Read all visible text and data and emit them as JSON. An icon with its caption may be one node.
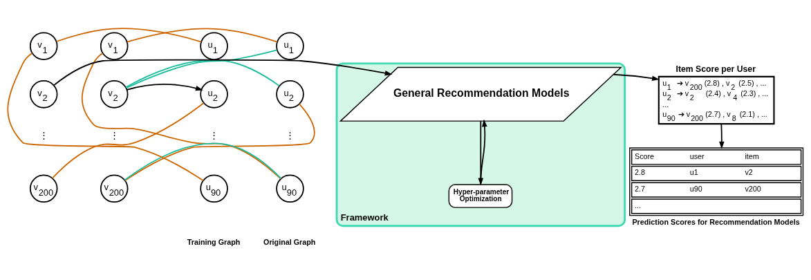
{
  "diagram": {
    "nodes": [
      {
        "text": [
          "u$_{1}$"
        ]
      },
      {
        "text": [
          "u$_{2}$"
        ]
      },
      {
        "text": [
          "u$_{90}$"
        ]
      },
      {
        "text": [
          "v$_{1}$"
        ]
      },
      {
        "text": [
          "v$_{2}$"
        ]
      },
      {
        "text": [
          "v$_{200}$"
        ]
      },
      {
        "text": [
          "u$_{1}$"
        ]
      },
      {
        "text": [
          "u$_{2}$"
        ]
      },
      {
        "text": [
          "u$_{90}$"
        ]
      },
      {
        "text": [
          "v$_{1}$"
        ]
      },
      {
        "text": [
          "v$_{2}$"
        ]
      },
      {
        "text": [
          "v$_{200}$"
        ]
      },
      {
        "text": [
          "Framework"
        ]
      },
      {
        "text": [
          "General Recommendation Models"
        ],
        "in": 12
      },
      {
        "text": [
          "Hyper-parameter Optimization"
        ],
        "in": 12
      },
      {
        "text": [
          "Item Score per User",
          "u$_{1}$  ➔ v$_{200}$ (2.8) , v$_{2}$ (2.5) , ...",
          "u$_{2}$  ➔ v$_{2}$     (2.4) , v$_{4}$ (2.3) , ...",
          "...",
          "u$_{90}$ ➔ v$_{200}$ (2.7) , v$_{8}$ (2.1) , ..."
        ]
      },
      {
        "text": [
          "Score",
          "user",
          "item",
          "2.8",
          "u1",
          "v2",
          "2.7",
          "u90",
          "v200",
          "...",
          "Prediction Scores for Recommendation Models"
        ]
      }
    ],
    "edges": [
      {
        "from": 0,
        "to": 3,
        "arrow": "none",
        "color": "#cc6600"
      },
      {
        "from": 0,
        "to": 4,
        "arrow": "none",
        "color": "#1abc9c"
      },
      {
        "from": 1,
        "to": 4,
        "arrow": "none",
        "color": "#1abc9c"
      },
      {
        "from": 1,
        "to": 5,
        "arrow": "none",
        "color": "#cc6600"
      },
      {
        "from": 2,
        "to": 3,
        "arrow": "none",
        "color": "#cc6600"
      },
      {
        "from": 2,
        "to": 5,
        "arrow": "none",
        "color": "#1abc9c"
      },
      {
        "from": 6,
        "to": 9,
        "arrow": "none",
        "color": "#cc6600"
      },
      {
        "from": 7,
        "to": 11,
        "arrow": "none",
        "color": "#cc6600"
      },
      {
        "from": 8,
        "to": 9,
        "arrow": "none",
        "color": "#cc6600"
      },
      {
        "from": 4,
        "to": 7,
        "arrow": "to",
        "color": "#000000"
      },
      {
        "from": 10,
        "to": 13,
        "arrow": "to",
        "color": "#000000"
      },
      {
        "from": 13,
        "to": 14,
        "arrow": "to",
        "color": "#000000"
      },
      {
        "from": 14,
        "to": 13,
        "arrow": "to",
        "color": "#000000"
      },
      {
        "from": 13,
        "to": 15,
        "arrow": "to",
        "color": "#000000"
      },
      {
        "from": 15,
        "to": 16,
        "arrow": "to",
        "color": "#000000"
      }
    ],
    "labels": [
      "⋮",
      "⋮",
      "Original Graph",
      "⋮",
      "⋮",
      "Training Graph"
    ]
  }
}
